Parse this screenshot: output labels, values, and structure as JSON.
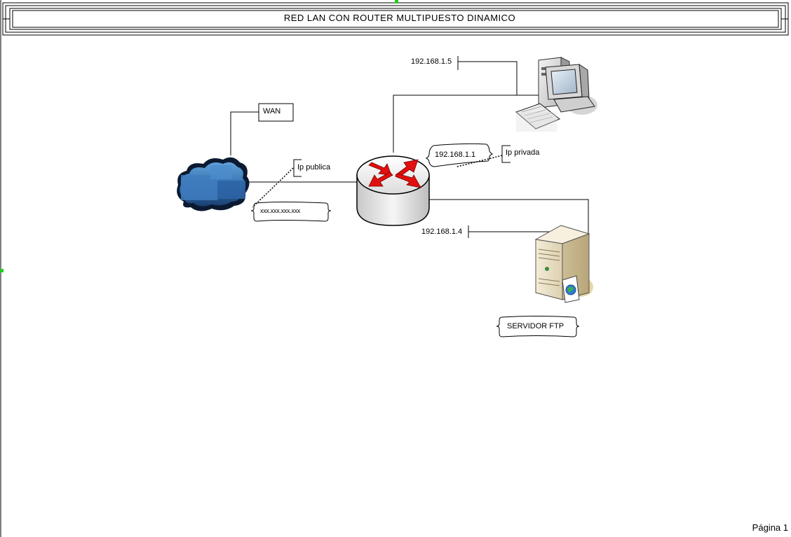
{
  "diagram": {
    "title": "RED LAN CON ROUTER MULTIPUESTO DINAMICO",
    "page_label": "Página 1",
    "callouts": {
      "wan": "WAN",
      "ip_publica": "Ip publica",
      "ip_privada": "Ip privada"
    },
    "annotations": {
      "public_ip": "xxx.xxx.xxx.xxx",
      "router_ip": "192.168.1.1",
      "ftp_label": "SERVIDOR FTP"
    },
    "addresses": {
      "pc": "192.168.1.5",
      "server": "192.168.1.4"
    },
    "nodes": {
      "wan_cloud": "cloud-icon",
      "router": "router-icon",
      "workstation": "desktop-computer-icon",
      "ftp_server": "server-icon"
    },
    "colors": {
      "cloud": "#3a78b4",
      "router_arrows": "#e01010",
      "server_body": "#e8dcc0",
      "handle": "#22cc22"
    }
  }
}
